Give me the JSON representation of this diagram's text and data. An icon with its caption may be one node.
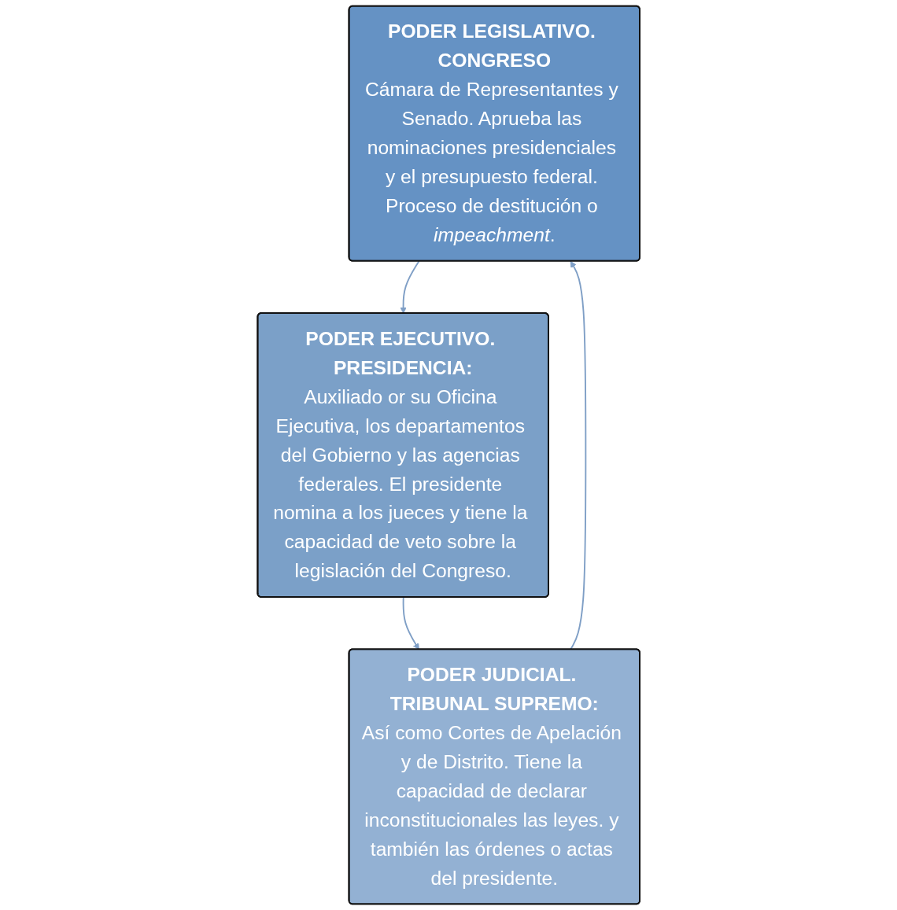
{
  "diagram": {
    "nodes": [
      {
        "text": [
          "PODER LEGISLATIVO. CONGRESO",
          "Cámara de Representantes y Senado. Aprueba las nominaciones presidenciales y el presupuesto federal. Proceso de destitución o *impeachment*."
        ]
      },
      {
        "text": [
          "PODER JUDICIAL. TRIBUNAL SUPREMO:",
          "Así como Cortes de Apelación y de Distrito. Tiene la capacidad de declarar inconstitucionales las leyes. y también las órdenes o actas del presidente."
        ]
      },
      {
        "text": [
          "PODER EJECUTIVO. PRESIDENCIA:",
          "Auxiliado or su Oficina Ejecutiva, los departamentos del Gobierno y las agencias federales. El presidente nomina a los jueces y tiene la capacidad de veto sobre la legislación del Congreso."
        ]
      }
    ],
    "edges": [
      {
        "from": 0,
        "to": 2,
        "arrow": "to"
      },
      {
        "from": 2,
        "to": 1,
        "arrow": "to"
      },
      {
        "from": 1,
        "to": 0,
        "arrow": "to"
      }
    ]
  }
}
